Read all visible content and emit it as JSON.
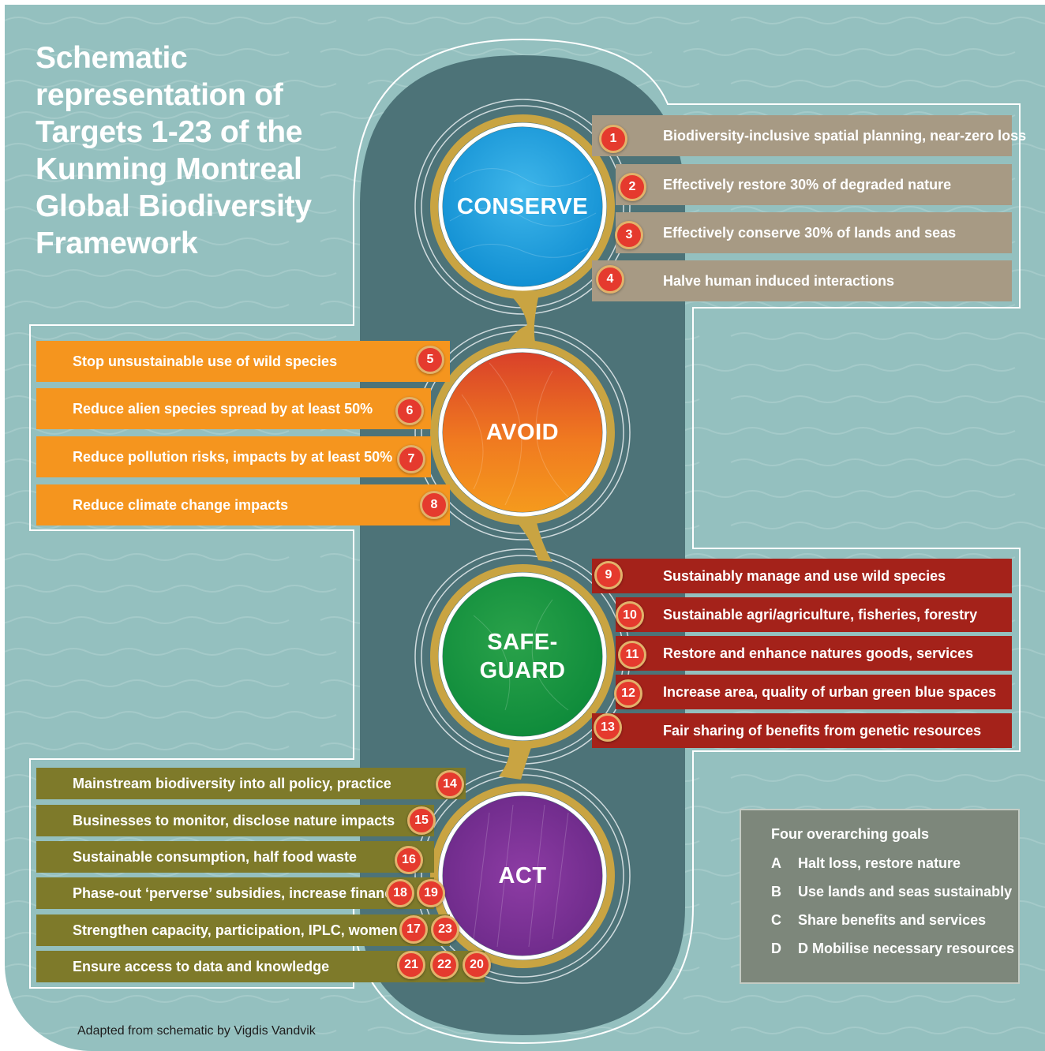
{
  "title": "Schematic representation of Targets 1-23 of the Kunming Montreal Global Biodiversity Framework",
  "credit": "Adapted from schematic by Vigdis Vandvik",
  "colors": {
    "background": "#94c0bf",
    "spine": "#4d7378",
    "gold": "#c9a442",
    "badge": "#e53a2e",
    "conserve": "#1a9fdc",
    "avoid": "#ef6a1f",
    "safeguard": "#13903d",
    "act": "#7a3193",
    "conserve_bar": "#a79a84",
    "avoid_bar": "#f5951e",
    "safeguard_bar": "#a4221a",
    "act_bar": "#7e7a2a"
  },
  "circles": {
    "conserve": "CONSERVE",
    "avoid": "AVOID",
    "safeguard_line1": "SAFE-",
    "safeguard_line2": "GUARD",
    "act": "ACT"
  },
  "conserve_targets": [
    {
      "num": "1",
      "text": "Biodiversity-inclusive spatial planning, near-zero loss"
    },
    {
      "num": "2",
      "text": "Effectively restore 30% of degraded nature"
    },
    {
      "num": "3",
      "text": "Effectively conserve 30% of lands and seas"
    },
    {
      "num": "4",
      "text": "Halve human induced interactions"
    }
  ],
  "avoid_targets": [
    {
      "num": "5",
      "text": "Stop unsustainable use of wild species"
    },
    {
      "num": "6",
      "text": "Reduce alien species spread by at least 50%"
    },
    {
      "num": "7",
      "text": "Reduce pollution risks, impacts by at least 50%"
    },
    {
      "num": "8",
      "text": "Reduce climate change impacts"
    }
  ],
  "safeguard_targets": [
    {
      "num": "9",
      "text": "Sustainably manage and use wild species"
    },
    {
      "num": "10",
      "text": "Sustainable agri/agriculture, fisheries, forestry"
    },
    {
      "num": "11",
      "text": "Restore and enhance natures goods, services"
    },
    {
      "num": "12",
      "text": "Increase area, quality of urban green blue spaces"
    },
    {
      "num": "13",
      "text": "Fair sharing of benefits from genetic resources"
    }
  ],
  "act_targets": [
    {
      "nums": [
        "14"
      ],
      "text": "Mainstream biodiversity into all policy, practice"
    },
    {
      "nums": [
        "15"
      ],
      "text": "Businesses to monitor, disclose nature impacts"
    },
    {
      "nums": [
        "16"
      ],
      "text": "Sustainable consumption, half food waste"
    },
    {
      "nums": [
        "18",
        "19"
      ],
      "text": "Phase-out ‘perverse’ subsidies, increase finance"
    },
    {
      "nums": [
        "17",
        "23"
      ],
      "text": "Strengthen capacity, participation, IPLC, women"
    },
    {
      "nums": [
        "21",
        "22",
        "20"
      ],
      "text": "Ensure access to data and knowledge"
    }
  ],
  "goals": {
    "title": "Four overarching goals",
    "items": [
      {
        "letter": "A",
        "text": "Halt loss, restore nature"
      },
      {
        "letter": "B",
        "text": "Use lands and seas sustainably"
      },
      {
        "letter": "C",
        "text": "Share benefits and services"
      },
      {
        "letter": "D",
        "text": "D Mobilise necessary resources"
      }
    ]
  }
}
